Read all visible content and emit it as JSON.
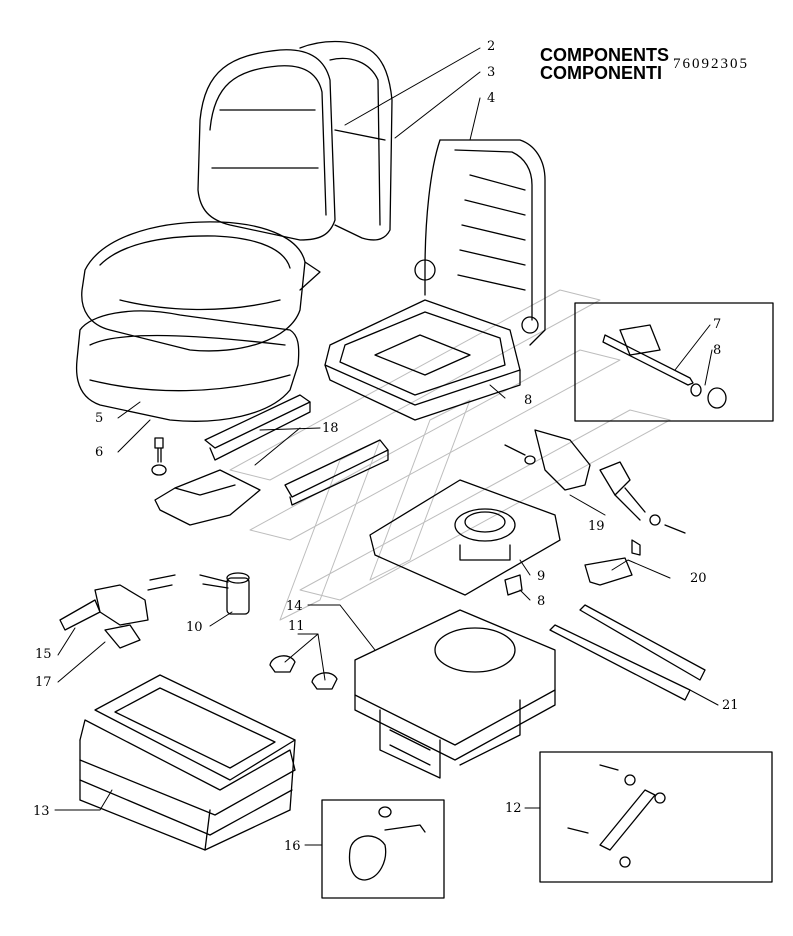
{
  "header": {
    "title_en": "COMPONENTS",
    "title_it": "COMPONENTI",
    "drawing_code": "76092305"
  },
  "callouts": [
    {
      "id": "c2",
      "label": "2"
    },
    {
      "id": "c3",
      "label": "3"
    },
    {
      "id": "c4",
      "label": "4"
    },
    {
      "id": "c5",
      "label": "5"
    },
    {
      "id": "c6",
      "label": "6"
    },
    {
      "id": "c7",
      "label": "7"
    },
    {
      "id": "c8a",
      "label": "8"
    },
    {
      "id": "c8b",
      "label": "8"
    },
    {
      "id": "c8c",
      "label": "8"
    },
    {
      "id": "c9",
      "label": "9"
    },
    {
      "id": "c10",
      "label": "10"
    },
    {
      "id": "c11",
      "label": "11"
    },
    {
      "id": "c12",
      "label": "12"
    },
    {
      "id": "c13",
      "label": "13"
    },
    {
      "id": "c14",
      "label": "14"
    },
    {
      "id": "c15",
      "label": "15"
    },
    {
      "id": "c16",
      "label": "16"
    },
    {
      "id": "c17",
      "label": "17"
    },
    {
      "id": "c18",
      "label": "18"
    },
    {
      "id": "c19",
      "label": "19"
    },
    {
      "id": "c20",
      "label": "20"
    },
    {
      "id": "c21",
      "label": "21"
    }
  ]
}
